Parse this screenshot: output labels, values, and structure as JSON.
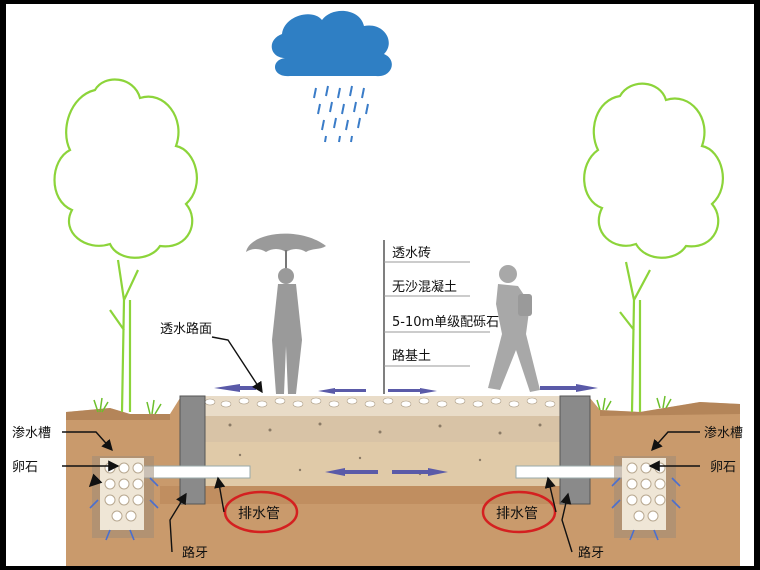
{
  "labels": {
    "permeable_surface": "透水路面",
    "layer_brick": "透水砖",
    "layer_concrete": "无沙混凝土",
    "layer_gravel": "5-10m单级配砾石",
    "layer_subgrade": "路基土",
    "seepage_trench_left": "渗水槽",
    "cobble_left": "卵石",
    "seepage_trench_right": "渗水槽",
    "cobble_right": "卵石",
    "drain_pipe_left": "排水管",
    "drain_pipe_right": "排水管",
    "curb_left": "路牙",
    "curb_right": "路牙"
  },
  "colors": {
    "soil": "#c99a6c",
    "soil_dark": "#b8845a",
    "tree": "#8cd43a",
    "cloud": "#2f7fc4",
    "arrow": "#5a5aa8",
    "highlight": "#d42020"
  }
}
